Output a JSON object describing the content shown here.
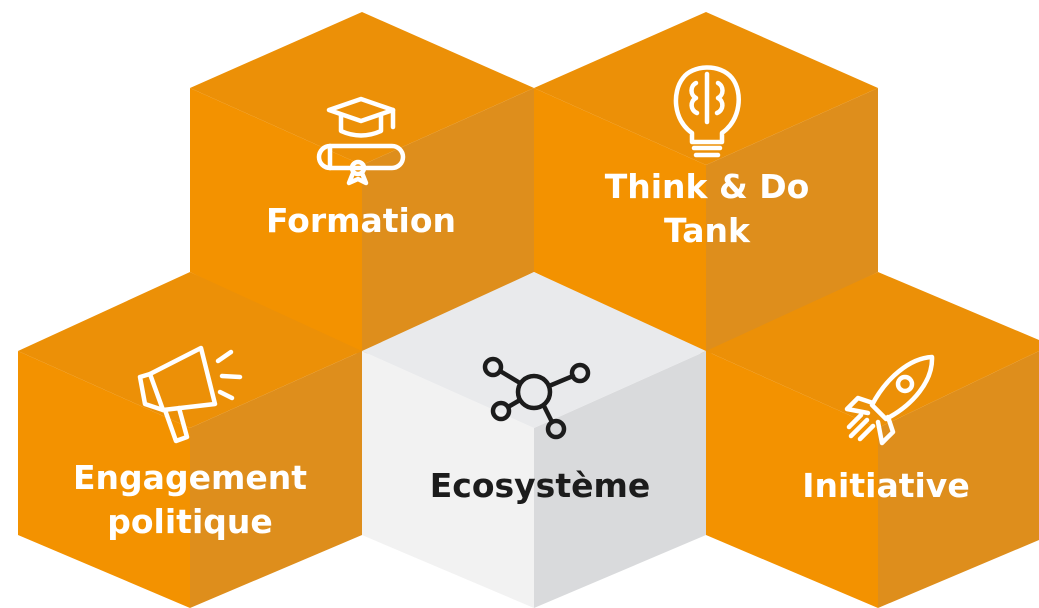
{
  "colors": {
    "orange_light": "#F39200",
    "orange_mid": "#E98F0B",
    "orange_dark": "#DE8E1C",
    "grey_top": "#E9EAEC",
    "grey_left": "#F2F2F2",
    "grey_right": "#D9DADC",
    "label_light": "#FFFFFF",
    "label_dark": "#1C1C1C"
  },
  "cubes": [
    {
      "id": "formation",
      "label_lines": [
        "Formation"
      ],
      "icon": "graduation-cap-diploma-icon",
      "theme": "orange"
    },
    {
      "id": "think-do-tank",
      "label_lines": [
        "Think & Do",
        "Tank"
      ],
      "icon": "brain-lightbulb-icon",
      "theme": "orange"
    },
    {
      "id": "engagement-politique",
      "label_lines": [
        "Engagement",
        "politique"
      ],
      "icon": "megaphone-icon",
      "theme": "orange"
    },
    {
      "id": "ecosysteme",
      "label_lines": [
        "Ecosystème"
      ],
      "icon": "network-nodes-icon",
      "theme": "grey"
    },
    {
      "id": "initiative",
      "label_lines": [
        "Initiative"
      ],
      "icon": "rocket-icon",
      "theme": "orange"
    }
  ]
}
